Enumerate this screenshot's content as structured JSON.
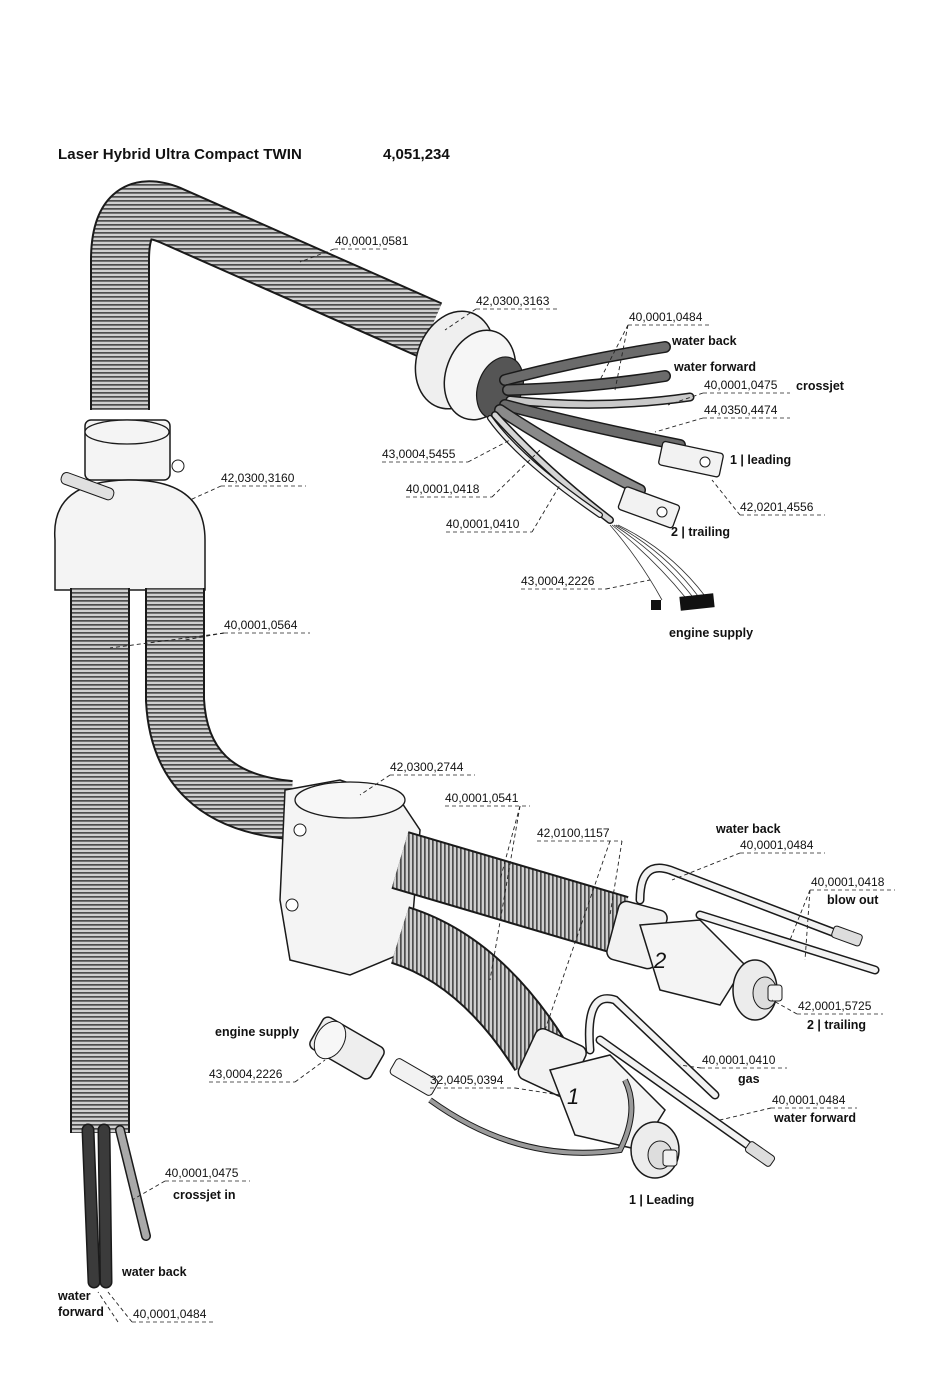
{
  "header": {
    "title": "Laser Hybrid Ultra Compact TWIN",
    "doc_number": "4,051,234"
  },
  "part_numbers": {
    "p581": "40,0001,0581",
    "p3163": "42,0300,3163",
    "p484_top": "40,0001,0484",
    "p475_top": "40,0001,0475",
    "p4474": "44,0350,4474",
    "p5455": "43,0004,5455",
    "p418_top": "40,0001,0418",
    "p410_top": "40,0001,0410",
    "p4556": "42,0201,4556",
    "p2226_top": "43,0004,2226",
    "p3160": "42,0300,3160",
    "p564": "40,0001,0564",
    "p2744": "42,0300,2744",
    "p541": "40,0001,0541",
    "p1157": "42,0100,1157",
    "p484_mid": "40,0001,0484",
    "p418_mid": "40,0001,0418",
    "p5725": "42,0001,5725",
    "p410_mid": "40,0001,0410",
    "p484_low": "40,0001,0484",
    "p2226_low": "43,0004,2226",
    "p0394": "32,0405,0394",
    "p475_bot": "40,0001,0475",
    "p484_bot": "40,0001,0484"
  },
  "labels": {
    "water_back_top": "water back",
    "water_forward_top": "water forward",
    "crossjet_top": "crossjet",
    "leading_top": "1 | leading",
    "trailing_top": "2 | trailing",
    "engine_supply_top": "engine supply",
    "water_back_mid": "water back",
    "blow_out": "blow out",
    "trailing_mid": "2 | trailing",
    "engine_supply_low": "engine supply",
    "gas": "gas",
    "water_forward_low": "water forward",
    "leading_bot": "1 | Leading",
    "crossjet_in": "crossjet in",
    "water_back_bot": "water back",
    "water_forward_bot_1": "water",
    "water_forward_bot_2": "forward",
    "torch_num_1": "1",
    "torch_num_2": "2"
  },
  "colors": {
    "hose_fill": "#b5b5b5",
    "hose_rib": "#555555",
    "cable_dark": "#6b6b6b",
    "cable_light": "#c9c9c9",
    "outline": "#1a1a1a"
  }
}
